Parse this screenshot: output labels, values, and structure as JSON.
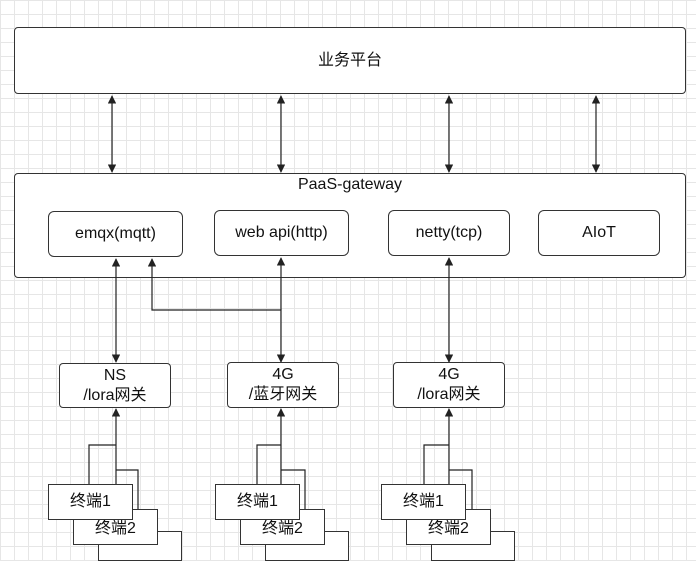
{
  "platform": {
    "label": "业务平台"
  },
  "gateway": {
    "title": "PaaS-gateway",
    "modules": [
      "emqx(mqtt)",
      "web api(http)",
      "netty(tcp)",
      "AIoT"
    ]
  },
  "access": [
    {
      "line1": "NS",
      "line2": "/lora网关"
    },
    {
      "line1": "4G",
      "line2": "/蓝牙网关"
    },
    {
      "line1": "4G",
      "line2": "/lora网关"
    }
  ],
  "terminals": [
    "终端1",
    "终端2"
  ]
}
